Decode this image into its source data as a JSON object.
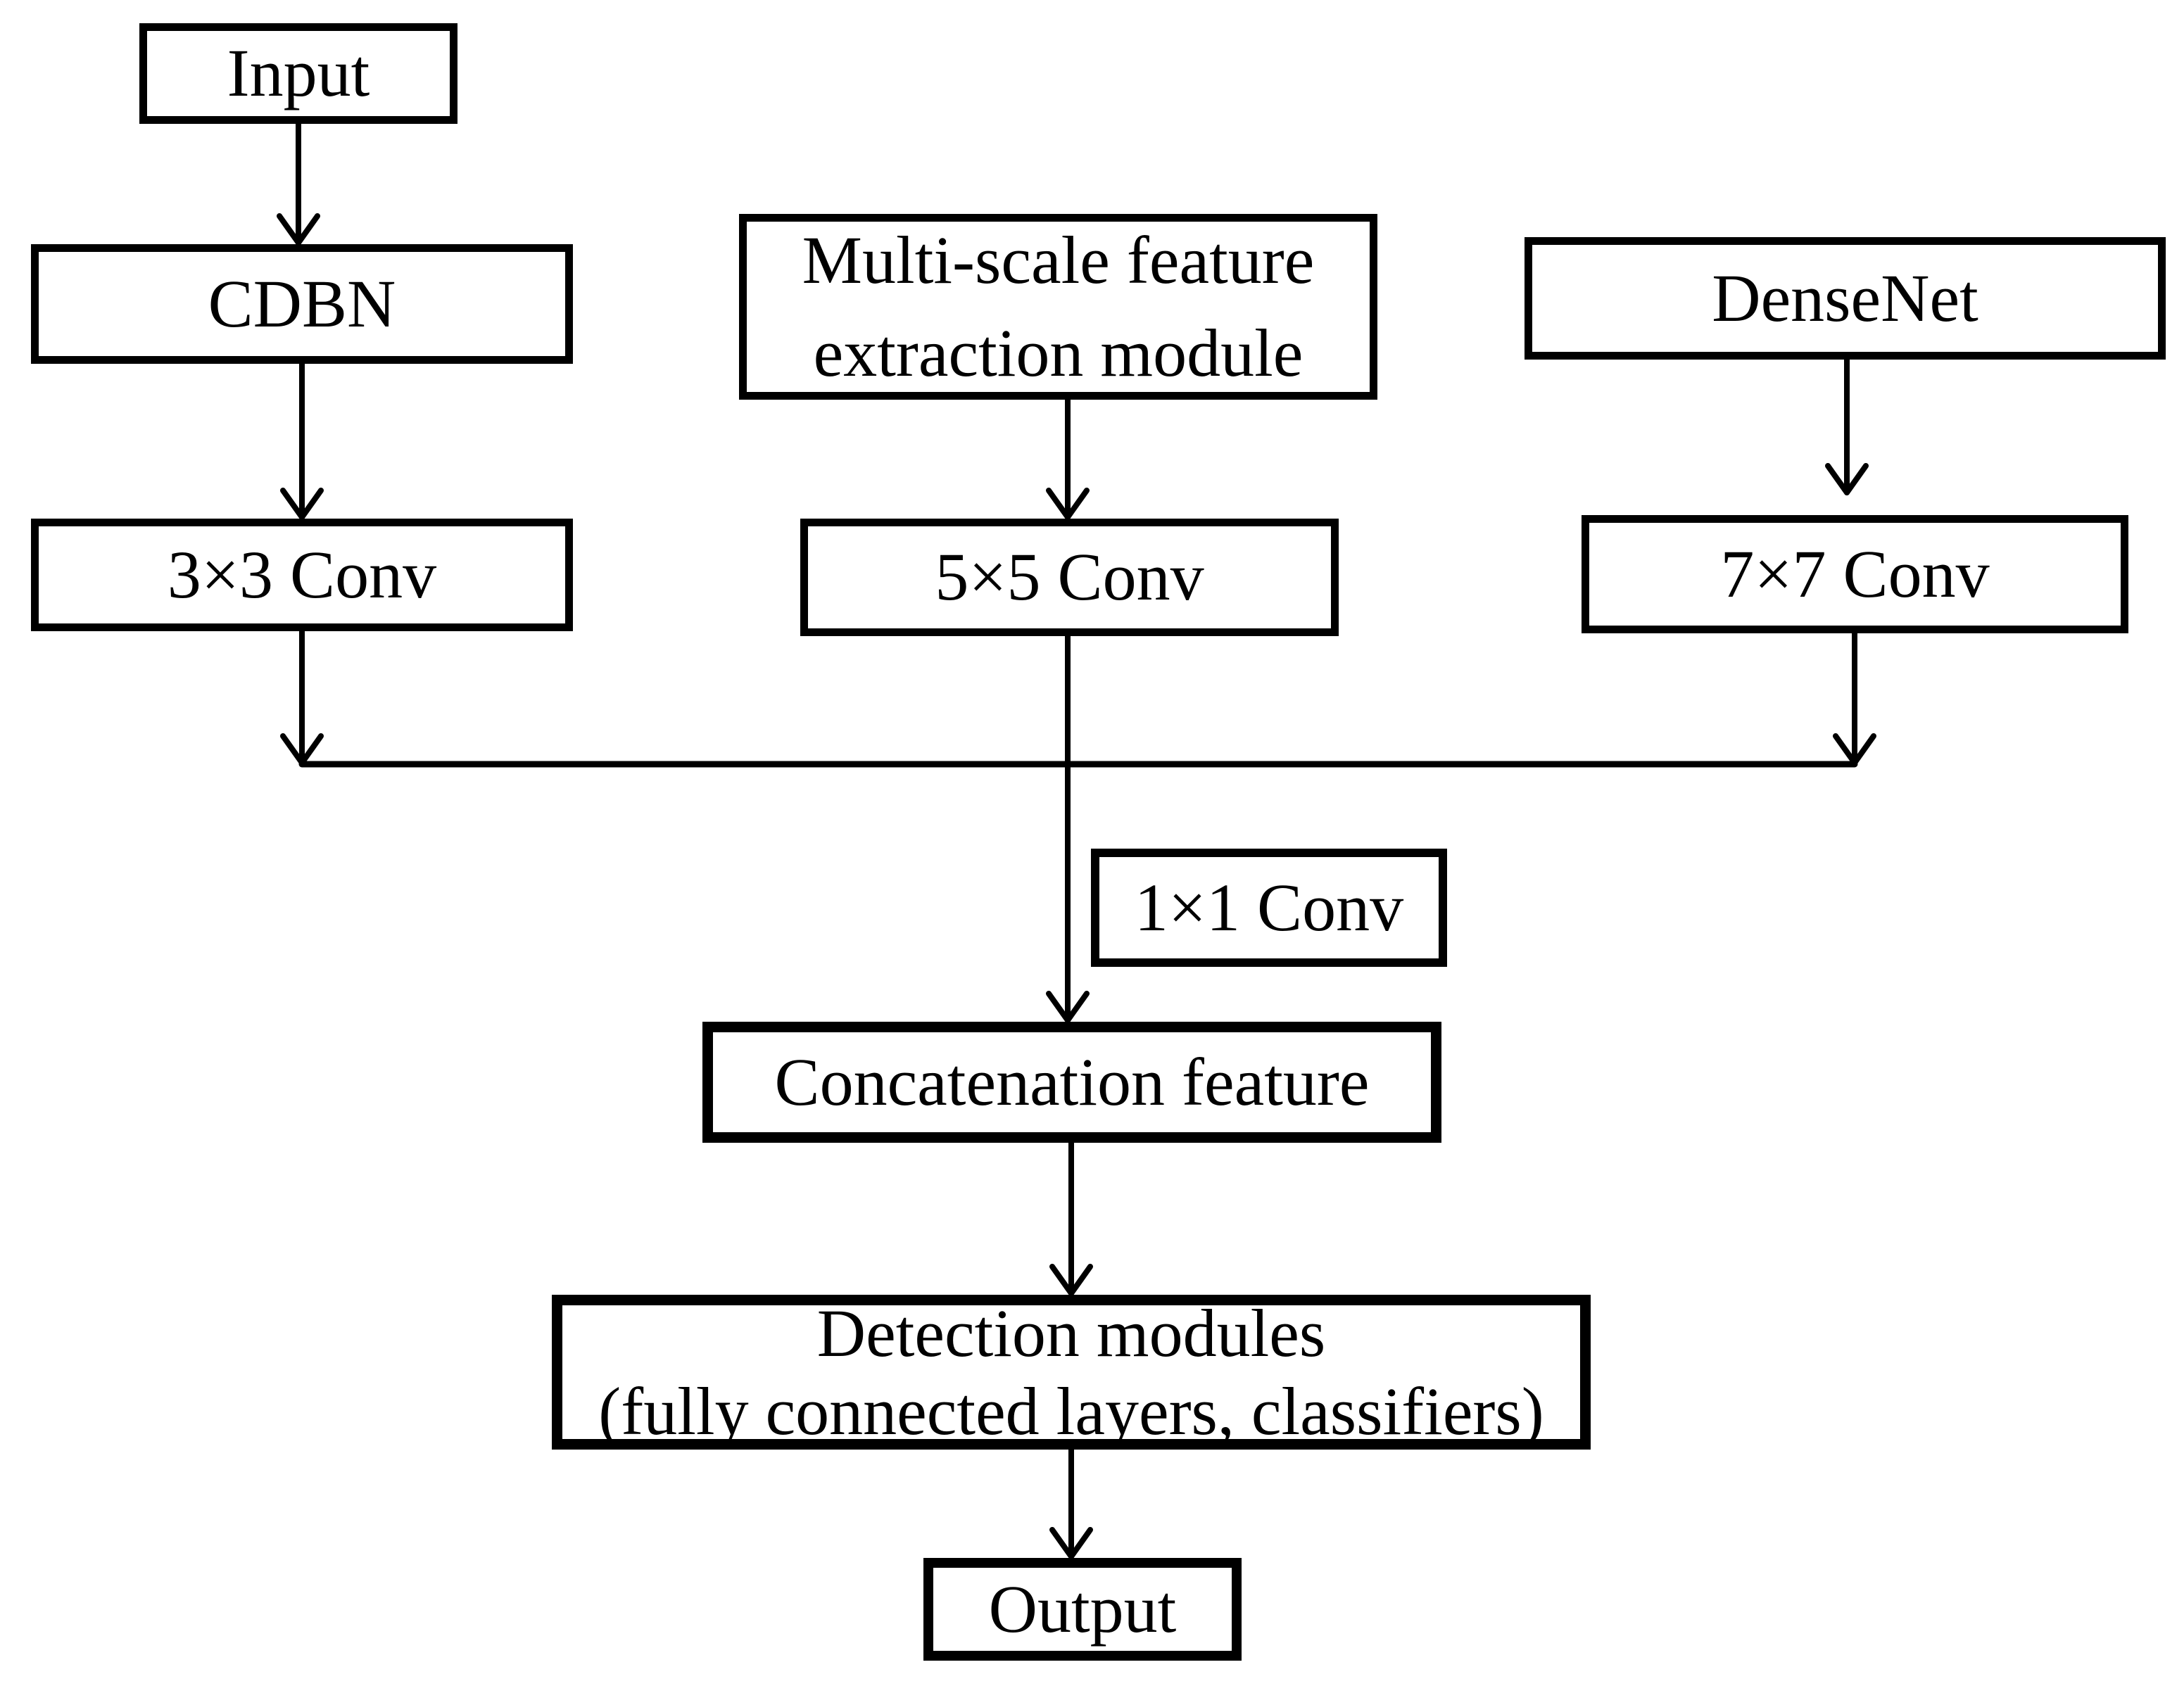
{
  "diagram": {
    "background_color": "#ffffff",
    "line_color": "#000000",
    "text_color": "#000000",
    "nodes": {
      "input": {
        "label": "Input"
      },
      "cdbn": {
        "label": "CDBN"
      },
      "multiscale": {
        "line1": "Multi-scale feature",
        "line2": "extraction module"
      },
      "densenet": {
        "label": "DenseNet"
      },
      "conv3": {
        "label": "3×3 Conv"
      },
      "conv5": {
        "label": "5×5 Conv"
      },
      "conv7": {
        "label": "7×7 Conv"
      },
      "conv1": {
        "label": "1×1 Conv"
      },
      "concat": {
        "label": "Concatenation feature"
      },
      "detection": {
        "line1": "Detection modules",
        "line2": "(fully connected layers, classifiers)"
      },
      "output": {
        "label": "Output"
      }
    },
    "edges": [
      {
        "from": "Input",
        "to": "CDBN"
      },
      {
        "from": "CDBN",
        "to": "3×3 Conv"
      },
      {
        "from": "Multi-scale feature extraction module",
        "to": "5×5 Conv"
      },
      {
        "from": "DenseNet",
        "to": "7×7 Conv"
      },
      {
        "from": "3×3 Conv",
        "to": "Concatenation feature"
      },
      {
        "from": "5×5 Conv",
        "to": "Concatenation feature",
        "via": "1×1 Conv"
      },
      {
        "from": "7×7 Conv",
        "to": "Concatenation feature"
      },
      {
        "from": "Concatenation feature",
        "to": "Detection modules (fully connected layers, classifiers)"
      },
      {
        "from": "Detection modules (fully connected layers, classifiers)",
        "to": "Output"
      }
    ]
  }
}
